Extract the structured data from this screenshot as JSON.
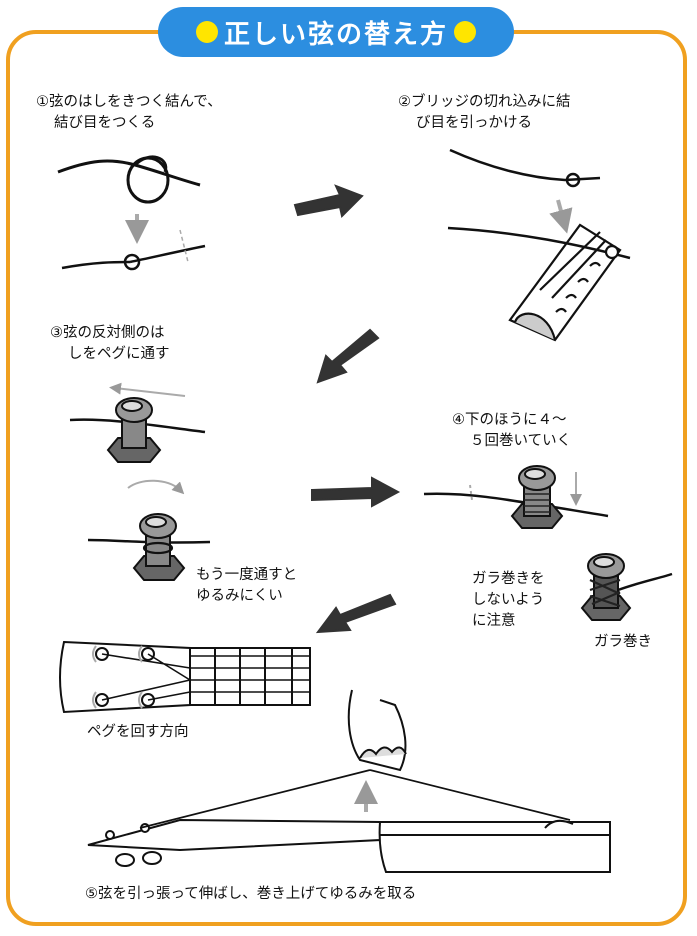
{
  "title": "正しい弦の替え方",
  "steps": {
    "s1": {
      "line1": "①弦のはしをきつく結んで、",
      "line2": "結び目をつくる"
    },
    "s2": {
      "line1": "②ブリッジの切れ込みに結",
      "line2": "び目を引っかける"
    },
    "s3": {
      "line1": "③弦の反対側のは",
      "line2": "しをペグに通す"
    },
    "s4": {
      "line1": "④下のほうに４～",
      "line2": "５回巻いていく"
    },
    "s5": {
      "line1": "⑤弦を引っ張って伸ばし、巻き上げてゆるみを取る"
    }
  },
  "notes": {
    "again1": "もう一度通すと",
    "again2": "ゆるみにくい",
    "gara1": "ガラ巻きを",
    "gara2": "しないよう",
    "gara3": "に注意",
    "gara_label": "ガラ巻き",
    "peg_direction": "ペグを回す方向"
  },
  "colors": {
    "frame": "#f0a020",
    "title_bg": "#2c8ee0",
    "title_dot": "#ffe500"
  }
}
